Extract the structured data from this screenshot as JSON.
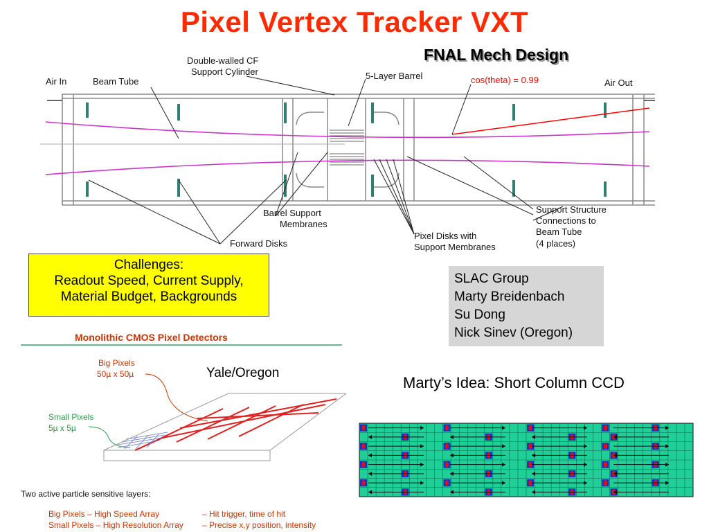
{
  "title": "Pixel Vertex Tracker VXT",
  "subtitle": "FNAL Mech Design",
  "mech_labels": {
    "air_in": "Air In",
    "beam_tube": "Beam Tube",
    "cf_cylinder_1": "Double-walled CF",
    "cf_cylinder_2": "Support Cylinder",
    "barrel": "5-Layer Barrel",
    "cos_theta": "cos(theta) = 0.99",
    "air_out": "Air Out",
    "membranes_1": "Barrel Support",
    "membranes_2": "Membranes",
    "forward_disks": "Forward Disks",
    "pixel_disks_1": "Pixel Disks with",
    "pixel_disks_2": "Support Membranes",
    "support_1": "Support Structure",
    "support_2": "Connections to",
    "support_3": "Beam Tube",
    "support_4": "(4 places)"
  },
  "challenges": {
    "heading": "Challenges:",
    "line1": "Readout Speed, Current Supply,",
    "line2": "Material Budget, Backgrounds"
  },
  "group": {
    "lines": [
      "SLAC Group",
      "Marty Breidenbach",
      "Su Dong",
      "Nick Sinev (Oregon)"
    ]
  },
  "cmos": {
    "title": "Monolithic CMOS Pixel Detectors",
    "big_1": "Big Pixels",
    "big_2": "50µ x 50µ",
    "small_1": "Small Pixels",
    "small_2": "5µ x 5µ",
    "layers": "Two active particle sensitive layers:",
    "big_row_a": "Big Pixels – High Speed Array",
    "big_row_b": "– Hit trigger, time of hit",
    "small_row_a": "Small Pixels – High Resolution Array",
    "small_row_b": "– Precise x,y position, intensity"
  },
  "yale": "Yale/Oregon",
  "idea": "Marty’s Idea: Short Column CCD",
  "colors": {
    "title_red": "#ff2a00",
    "beam_magenta": "#cc33cc",
    "cos_red": "#ff0000",
    "disk_teal": "#3aa090",
    "challenge_yellow": "#ffff00",
    "ccd_green": "#1fcf97",
    "ccd_blue": "#1030d0",
    "ccd_red": "#e01010"
  }
}
